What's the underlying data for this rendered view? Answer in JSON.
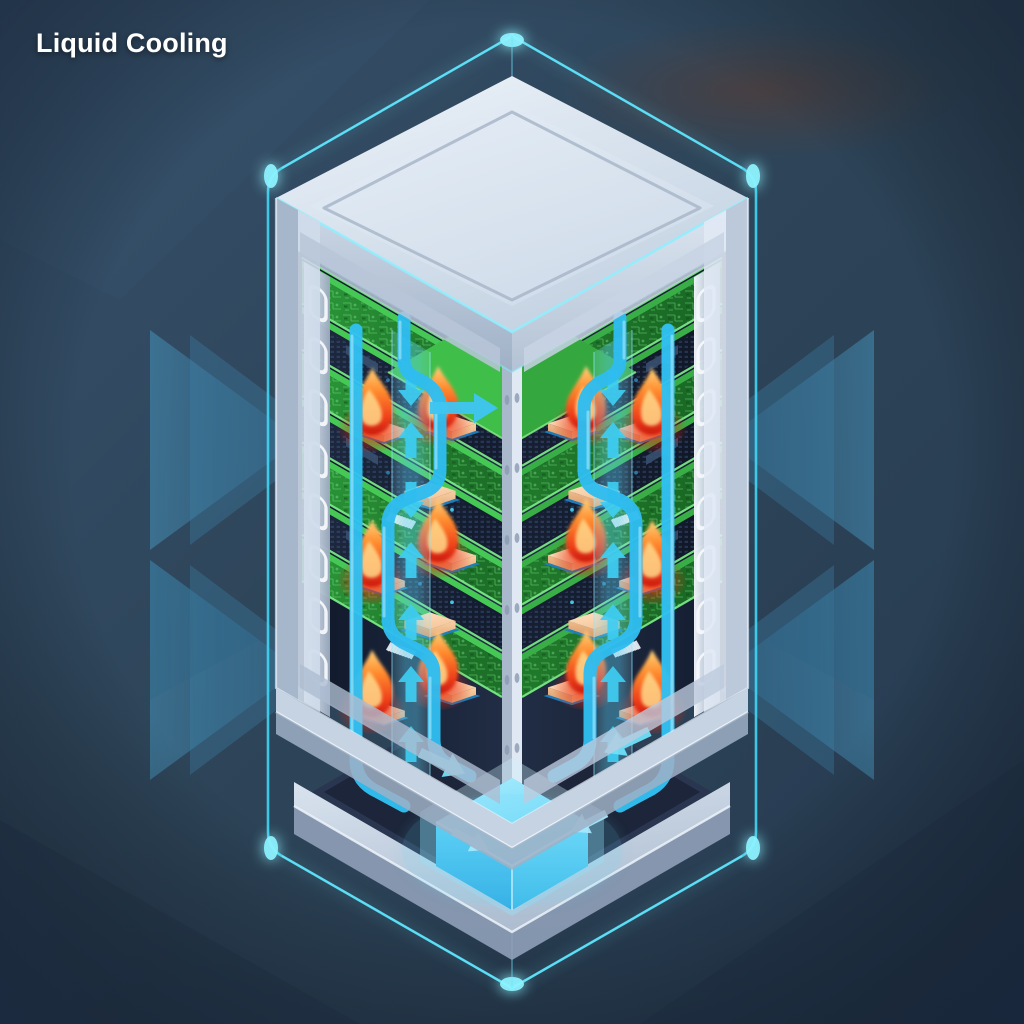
{
  "title": "Liquid Cooling",
  "scene": {
    "name": "isometric-server-rack-liquid-cooling",
    "description": "Isometric cutaway of a server rack cabinet with liquid cooling loops, hot CPUs with flames, and a coolant pump reservoir at the base."
  },
  "background": {
    "base_color": "#2e4559",
    "corner_dark": "#24364b",
    "chevron_color": "#3d7fa6",
    "chevron_color_2": "#2f6a90",
    "vignette_color": "#1f3147"
  },
  "colors": {
    "accent_cyan": "#38d9f5",
    "accent_cyan_bright": "#7ef0ff",
    "coolant_blue": "#29b6f0",
    "coolant_blue_light": "#8fdcf8",
    "cabinet_light": "#ccd8e6",
    "cabinet_mid": "#a8b8cc",
    "cabinet_dark": "#8795ab",
    "interior_dark": "#1b2435",
    "pcb_green": "#2f9e3f",
    "pcb_green_dark": "#1d6b2c",
    "pcb_green_light": "#5fd46a",
    "chip_tan": "#f7cda4",
    "chip_tan_dark": "#e0a878",
    "flame_orange": "#ff7a29",
    "flame_red": "#e8301a",
    "rail_silver": "#cfd8e3",
    "pump_cyan": "#4ec9f5"
  },
  "frame": {
    "name": "hex-outline-frame",
    "stroke": "#3fd2f2",
    "glow_color": "#7ef0ff",
    "vertex_count": 6
  },
  "cabinet": {
    "top_panel_label": "rack-top-panel",
    "base_platform_label": "rack-base-platform",
    "interior_label": "rack-interior-cutaway"
  },
  "rack_units": {
    "count_per_face": 8,
    "faces": [
      "left",
      "right"
    ],
    "unit_label": "server-blade"
  },
  "components": {
    "cpu_count": 8,
    "cpu_label": "cpu-chip",
    "flame_count": 6,
    "flame_label": "heat-flame",
    "handle_count": 16,
    "handle_label": "rack-handle"
  },
  "cooling_loop": {
    "pipe_label": "coolant-pipe",
    "column_label": "coolant-column",
    "arrow_count": 18,
    "arrow_directions": [
      "down",
      "up",
      "down",
      "up",
      "up",
      "up",
      "right",
      "left"
    ],
    "pump": {
      "label": "coolant-pump-reservoir",
      "color": "#4ec9f5"
    }
  }
}
